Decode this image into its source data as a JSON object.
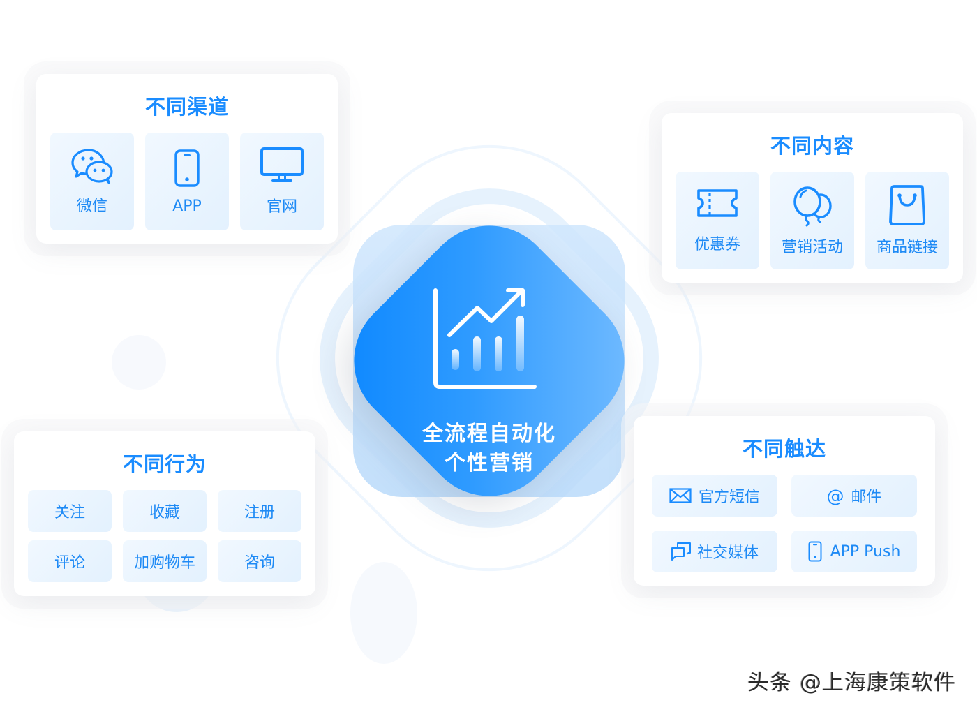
{
  "center": {
    "icon": "growth-chart-icon",
    "line1": "全流程自动化",
    "line2": "个性营销"
  },
  "channels": {
    "title": "不同渠道",
    "items": [
      {
        "label": "微信",
        "icon": "wechat-icon"
      },
      {
        "label": "APP",
        "icon": "smartphone-icon"
      },
      {
        "label": "官网",
        "icon": "monitor-icon"
      }
    ]
  },
  "content": {
    "title": "不同内容",
    "items": [
      {
        "label": "优惠券",
        "icon": "ticket-icon"
      },
      {
        "label": "营销活动",
        "icon": "balloons-icon"
      },
      {
        "label": "商品链接",
        "icon": "shopping-bag-icon"
      }
    ]
  },
  "behavior": {
    "title": "不同行为",
    "items": [
      {
        "label": "关注"
      },
      {
        "label": "收藏"
      },
      {
        "label": "注册"
      },
      {
        "label": "评论"
      },
      {
        "label": "加购物车"
      },
      {
        "label": "咨询"
      }
    ]
  },
  "reach": {
    "title": "不同触达",
    "items": [
      {
        "label": "官方短信",
        "icon": "envelope-icon"
      },
      {
        "label": "邮件",
        "icon": "at-sign-icon",
        "icon_text": "@"
      },
      {
        "label": "社交媒体",
        "icon": "chat-bubbles-icon"
      },
      {
        "label": "APP Push",
        "icon": "smartphone-icon"
      }
    ]
  },
  "watermark": "头条 @上海康策软件",
  "colors": {
    "accent": "#1a8cff",
    "tile_bg": "#e8f4fe",
    "center_top": "#78beff",
    "center_bottom": "#0a86ff"
  }
}
